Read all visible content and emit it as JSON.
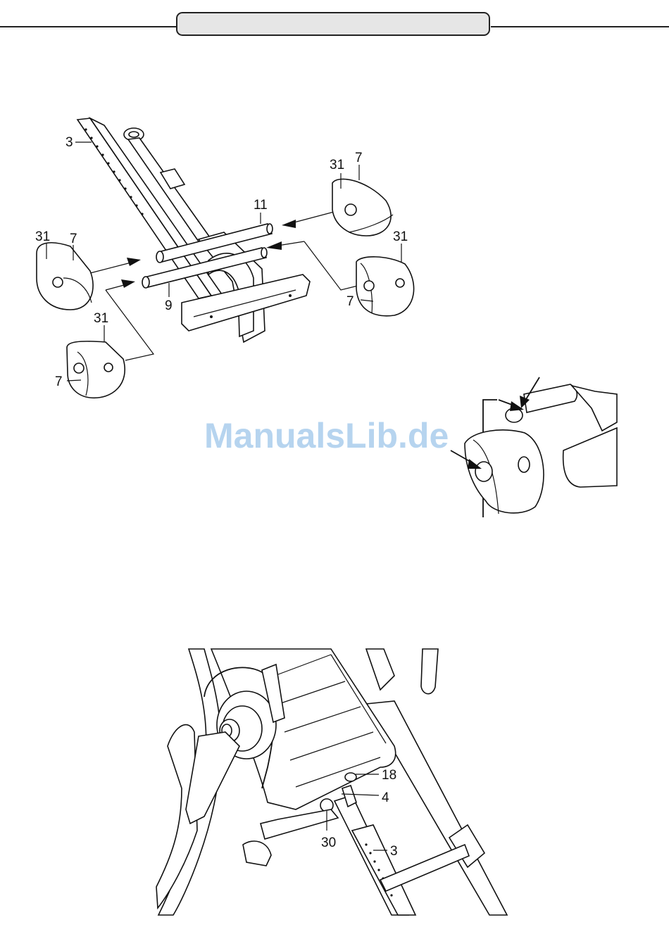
{
  "header": {
    "tab_text": ""
  },
  "watermark": {
    "text": "ManualsLib.de"
  },
  "figure_top": {
    "labels": [
      {
        "id": "3",
        "text": "3"
      },
      {
        "id": "11",
        "text": "11"
      },
      {
        "id": "9",
        "text": "9"
      },
      {
        "id": "31a",
        "text": "31"
      },
      {
        "id": "7a",
        "text": "7"
      },
      {
        "id": "31b",
        "text": "31"
      },
      {
        "id": "7b",
        "text": "7"
      },
      {
        "id": "31c",
        "text": "31"
      },
      {
        "id": "7c",
        "text": "7"
      },
      {
        "id": "31d",
        "text": "31"
      },
      {
        "id": "7d",
        "text": "7"
      }
    ]
  },
  "figure_bottom": {
    "labels": [
      {
        "id": "18",
        "text": "18"
      },
      {
        "id": "4",
        "text": "4"
      },
      {
        "id": "30",
        "text": "30"
      },
      {
        "id": "3",
        "text": "3"
      }
    ]
  }
}
